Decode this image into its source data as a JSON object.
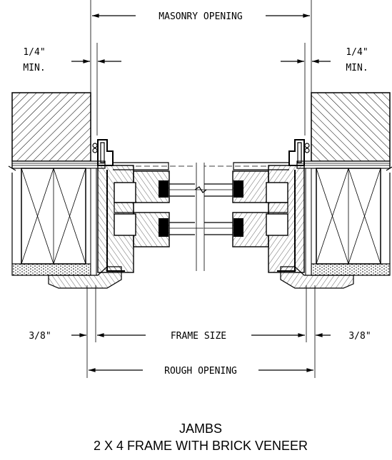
{
  "dimensions": {
    "masonry_opening": "MASONRY OPENING",
    "left_gap_value": "1/4\"",
    "left_gap_note": "MIN.",
    "right_gap_value": "1/4\"",
    "right_gap_note": "MIN.",
    "frame_size": "FRAME SIZE",
    "left_shim": "3/8\"",
    "right_shim": "3/8\"",
    "rough_opening": "ROUGH OPENING"
  },
  "caption": {
    "line1": "JAMBS",
    "line2": "2 X 4 FRAME WITH BRICK VENEER"
  }
}
